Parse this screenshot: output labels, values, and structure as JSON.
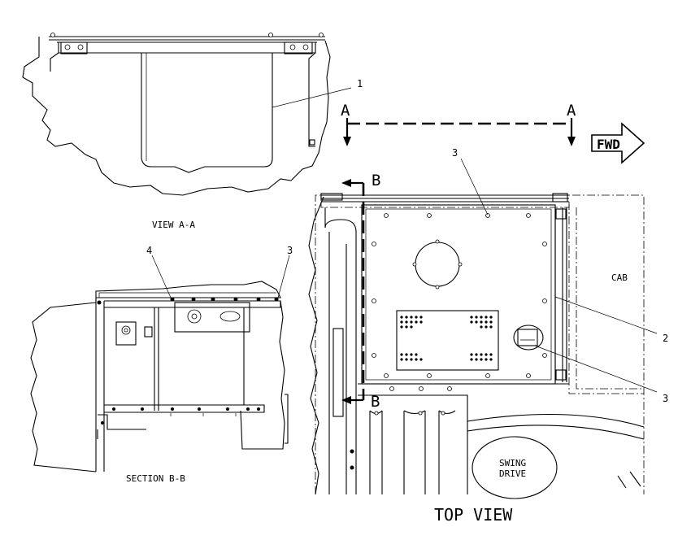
{
  "views": {
    "view_aa": "VIEW A-A",
    "section_bb": "SECTION B-B",
    "top_view": "TOP VIEW"
  },
  "section_marks": {
    "a_left": "A",
    "a_right": "A",
    "b_top": "B",
    "b_bottom": "B"
  },
  "labels": {
    "fwd": "FWD",
    "cab": "CAB",
    "swing_drive_line1": "SWING",
    "swing_drive_line2": "DRIVE"
  },
  "callouts": {
    "viewaa_1": "1",
    "section_4": "4",
    "section_3": "3",
    "top_3_upper": "3",
    "top_2": "2",
    "top_3_lower": "3"
  }
}
